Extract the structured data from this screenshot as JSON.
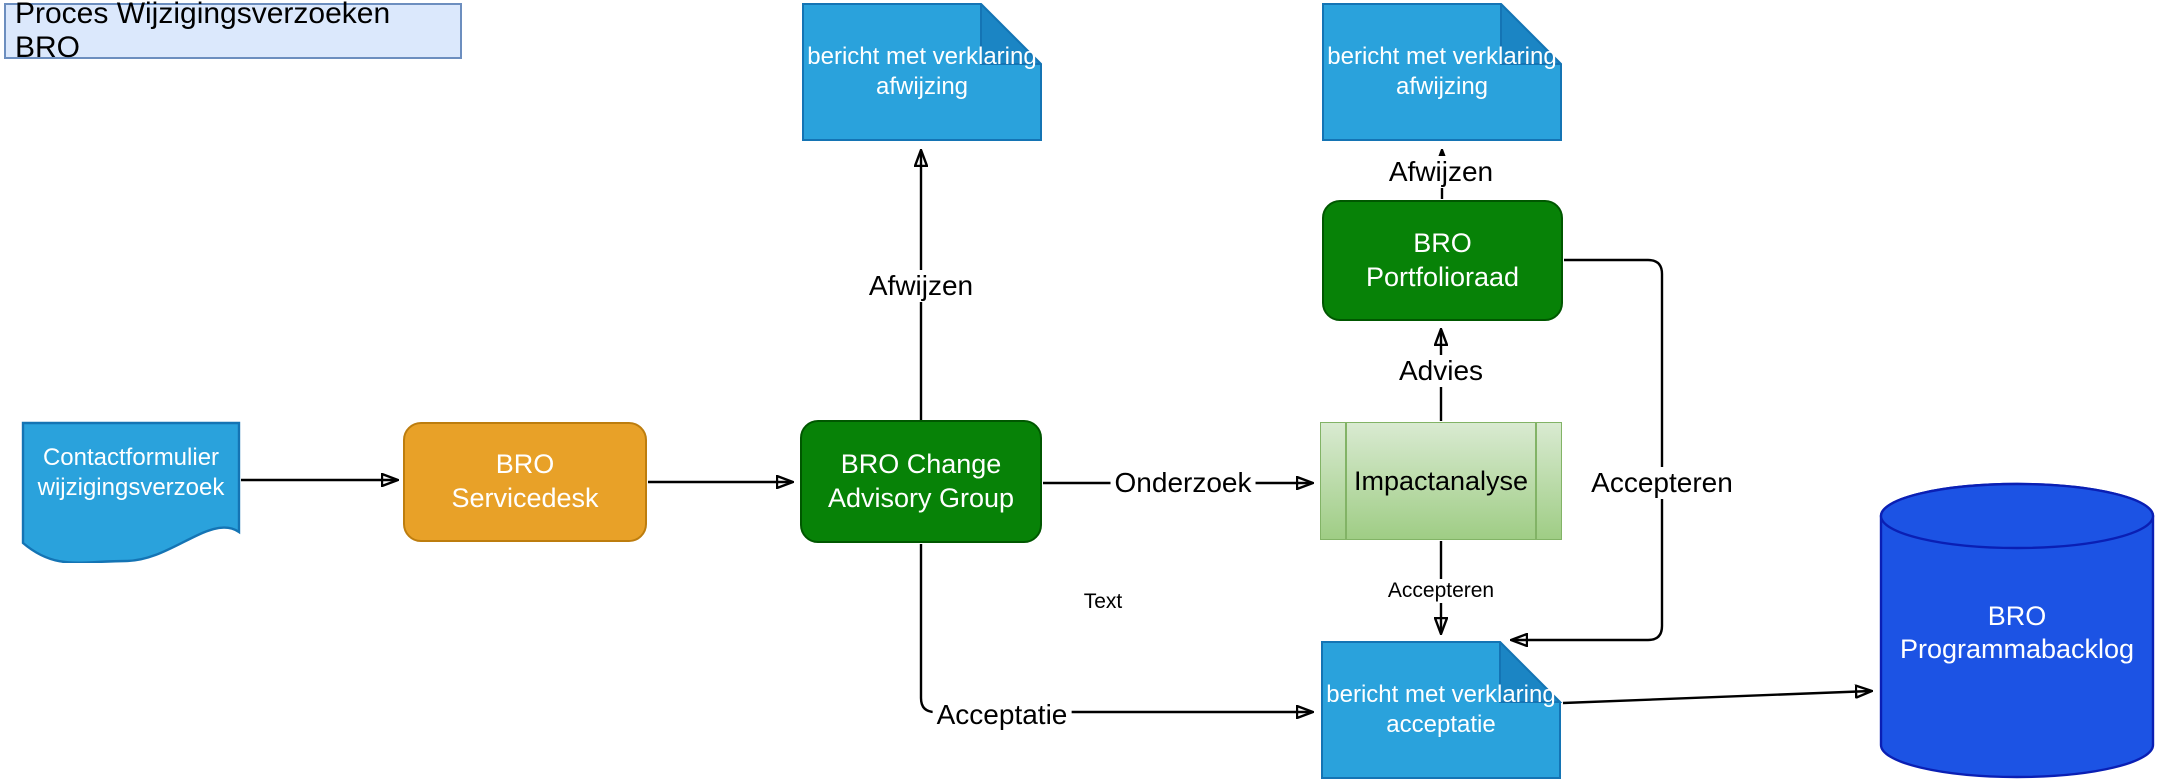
{
  "diagram_title": "Proces Wijzigingsverzoeken BRO",
  "nodes": {
    "contactformulier": {
      "label": "Contactformulier wijzigingsverzoek",
      "type": "document"
    },
    "servicedesk": {
      "label": "BRO Servicedesk",
      "type": "process"
    },
    "change_advisory_group": {
      "label": "BRO Change Advisory Group",
      "type": "process"
    },
    "impactanalyse": {
      "label": "Impactanalyse",
      "type": "subprocess"
    },
    "portfolioraad": {
      "label": "BRO Portfolioraad",
      "type": "process"
    },
    "bericht_afwijzing_1": {
      "label": "bericht met verklaring afwijzing",
      "type": "note"
    },
    "bericht_afwijzing_2": {
      "label": "bericht met verklaring afwijzing",
      "type": "note"
    },
    "bericht_acceptatie": {
      "label": "bericht met verklaring acceptatie",
      "type": "note"
    },
    "programmabacklog": {
      "label": "BRO Programmabacklog",
      "type": "database"
    }
  },
  "edge_labels": {
    "afwijzen_left": "Afwijzen",
    "afwijzen_right": "Afwijzen",
    "onderzoek": "Onderzoek",
    "advies": "Advies",
    "accepteren_large": "Accepteren",
    "accepteren_small": "Accepteren",
    "acceptatie": "Acceptatie",
    "text_placeholder": "Text"
  },
  "colors": {
    "doc_fill": "#2aa2dc",
    "doc_fold": "#1b85c4",
    "doc_stroke": "#1474b4",
    "green_fill": "#078207",
    "green_stroke": "#005700",
    "orange_fill": "#e8a128",
    "orange_stroke": "#bd7d0e",
    "impact_top": "#d9ead1",
    "impact_bottom": "#9fcd85",
    "impact_stroke": "#82b366",
    "db_fill": "#1c53e4",
    "db_stroke": "#0a1fb4",
    "title_fill": "#dbe8fc",
    "title_stroke": "#6c8ebf",
    "line_color": "#000000",
    "text_light": "#ffffff",
    "text_dark": "#000000"
  }
}
